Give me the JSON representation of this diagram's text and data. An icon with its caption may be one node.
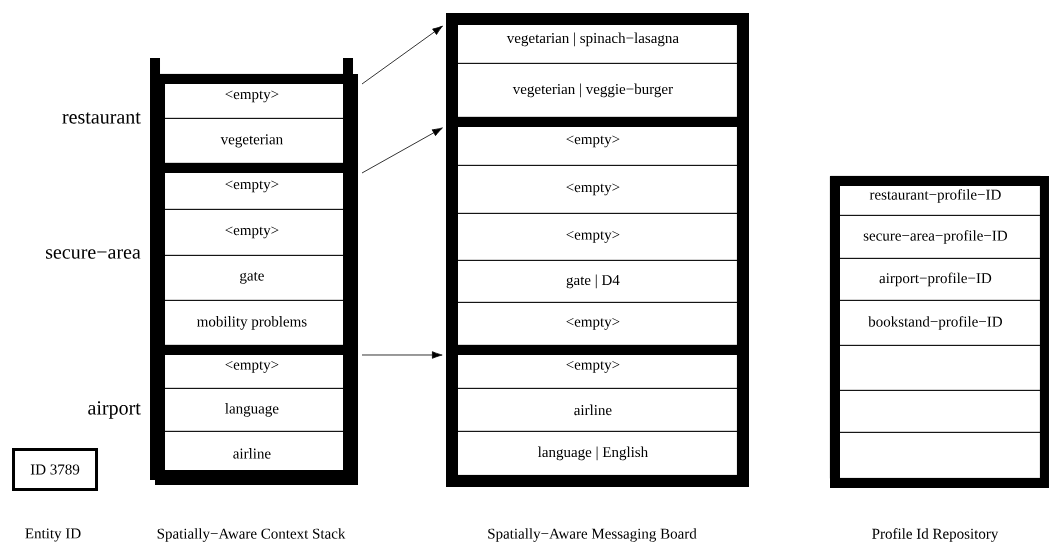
{
  "diagram": {
    "nodes": [
      {
        "text": [
          "ID 3789"
        ],
        "beside": [
          "Entity ID"
        ]
      },
      {
        "text": [
          "Spatially−Aware Context Stack"
        ]
      },
      {
        "text": [
          "restaurant"
        ],
        "in": 1
      },
      {
        "text": [
          "<empty>"
        ],
        "in": 2
      },
      {
        "text": [
          "vegeterian"
        ],
        "in": 2
      },
      {
        "text": [
          "secure−area"
        ],
        "in": 1
      },
      {
        "text": [
          "<empty>"
        ],
        "in": 5
      },
      {
        "text": [
          "<empty>"
        ],
        "in": 5
      },
      {
        "text": [
          "gate"
        ],
        "in": 5
      },
      {
        "text": [
          "mobility problems"
        ],
        "in": 5
      },
      {
        "text": [
          "airport"
        ],
        "in": 1
      },
      {
        "text": [
          "<empty>"
        ],
        "in": 10
      },
      {
        "text": [
          "language"
        ],
        "in": 10
      },
      {
        "text": [
          "airline"
        ],
        "in": 10
      },
      {
        "text": [
          "Spatially−Aware Messaging Board"
        ]
      },
      {
        "text": [],
        "shape": "box",
        "in": 14
      },
      {
        "text": [
          "vegetarian | spinach−lasagna"
        ],
        "in": 15
      },
      {
        "text": [
          "vegeterian | veggie−burger"
        ],
        "in": 15
      },
      {
        "text": [],
        "shape": "box",
        "in": 14
      },
      {
        "text": [
          "<empty>"
        ],
        "in": 18
      },
      {
        "text": [
          "<empty>"
        ],
        "in": 18
      },
      {
        "text": [
          "<empty>"
        ],
        "in": 18
      },
      {
        "text": [
          "gate | D4"
        ],
        "in": 18
      },
      {
        "text": [
          "<empty>"
        ],
        "in": 18
      },
      {
        "text": [],
        "shape": "box",
        "in": 14
      },
      {
        "text": [
          "<empty>"
        ],
        "in": 24
      },
      {
        "text": [
          "airline"
        ],
        "in": 24
      },
      {
        "text": [
          "language | English"
        ],
        "in": 24
      },
      {
        "text": [
          "Profile Id Repository"
        ]
      },
      {
        "text": [
          "restaurant−profile−ID"
        ],
        "in": 28
      },
      {
        "text": [
          "secure−area−profile−ID"
        ],
        "in": 28
      },
      {
        "text": [
          "airport−profile−ID"
        ],
        "in": 28
      },
      {
        "text": [
          "bookstand−profile−ID"
        ],
        "in": 28
      },
      {
        "text": [],
        "shape": "box",
        "in": 28
      },
      {
        "text": [],
        "shape": "box",
        "in": 28
      },
      {
        "text": [],
        "shape": "box",
        "in": 28
      }
    ],
    "edges": [
      {
        "from": 2,
        "to": 15,
        "arrow": "to"
      },
      {
        "from": 5,
        "to": 18,
        "arrow": "to"
      },
      {
        "from": 10,
        "to": 24,
        "arrow": "to"
      }
    ]
  }
}
